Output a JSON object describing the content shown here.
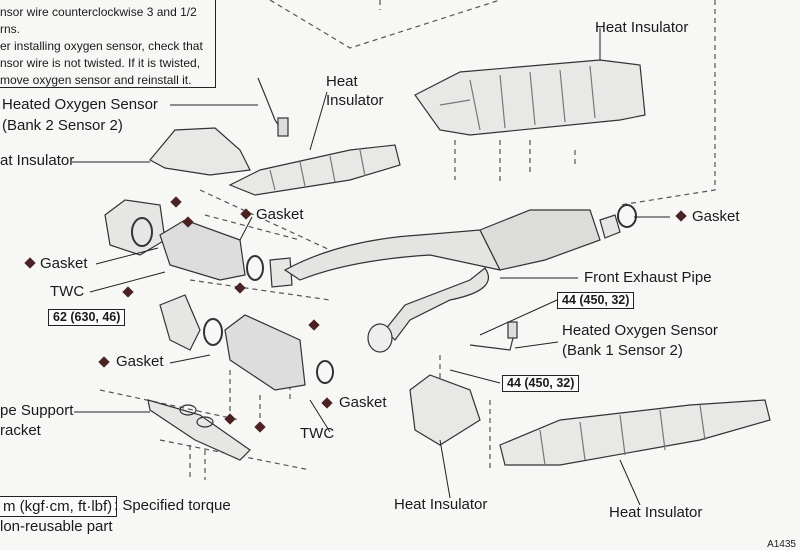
{
  "note": {
    "lines": [
      "nsor wire counterclockwise 3 and 1/2",
      "rns.",
      "er installing oxygen sensor, check that",
      "nsor wire is not twisted. If it is twisted,",
      "move oxygen sensor and reinstall it."
    ]
  },
  "labels": {
    "heat_insulator_top_right": "Heat Insulator",
    "heat_insulator_center_1": "Heat",
    "heat_insulator_center_2": "Insulator",
    "ho2s_bank2_1": "Heated Oxygen Sensor",
    "ho2s_bank2_2": "(Bank 2 Sensor 2)",
    "heat_insulator_left": "at Insulator",
    "gasket_center_top": "Gasket",
    "gasket_right": "Gasket",
    "gasket_left": "Gasket",
    "twc_left": "TWC",
    "front_exhaust_pipe": "Front Exhaust Pipe",
    "ho2s_bank1_1": "Heated Oxygen Sensor",
    "ho2s_bank1_2": "(Bank 1 Sensor 2)",
    "gasket_lower_left": "Gasket",
    "pipe_support_1": "pe Support",
    "pipe_support_2": "racket",
    "gasket_lower_center": "Gasket",
    "twc_lower": "TWC",
    "heat_insulator_bottom_center": "Heat Insulator",
    "heat_insulator_bottom_right": "Heat Insulator"
  },
  "torques": {
    "t62": "62 (630, 46)",
    "t44_upper": "44 (450, 32)",
    "t44_lower": "44 (450, 32)"
  },
  "legend": {
    "torque_box": "m (kgf·cm, ft·lbf)",
    "torque_text": ": Specified torque",
    "nonreusable_text": "lon-reusable part"
  },
  "figure_code": "A1435"
}
